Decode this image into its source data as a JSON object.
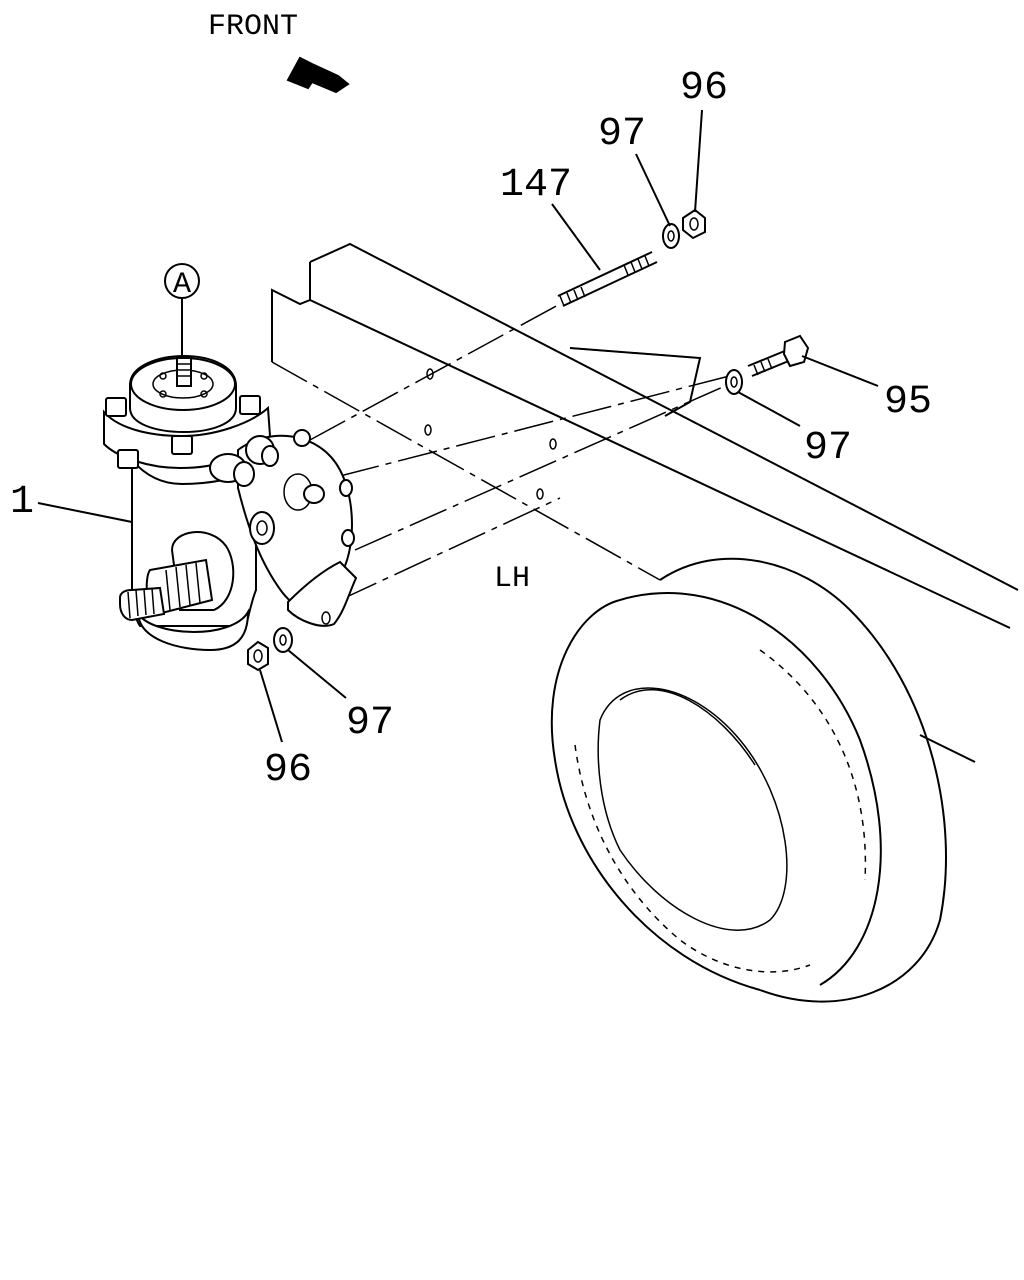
{
  "header": {
    "direction_label": "FRONT"
  },
  "view_marker": {
    "label": "A"
  },
  "side_label": "LH",
  "callouts": {
    "steering_gear": "1",
    "stud": "147",
    "bolt": "95",
    "washer_top": "97",
    "nut_top": "96",
    "washer_right": "97",
    "washer_bottom": "97",
    "nut_bottom": "96"
  }
}
